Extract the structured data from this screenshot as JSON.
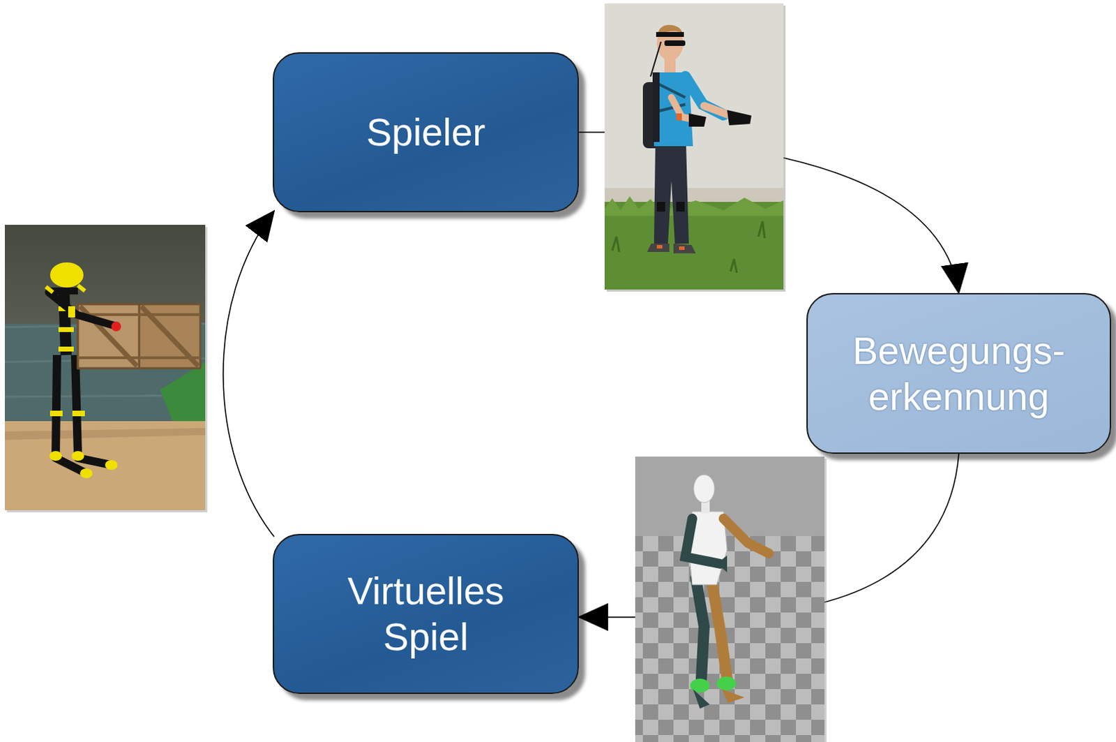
{
  "diagram": {
    "nodes": [
      {
        "text": [
          "Spieler"
        ]
      },
      {
        "text": [
          "Bewegungs- erkennung"
        ]
      },
      {
        "text": [
          "Virtuelles Spiel"
        ]
      }
    ],
    "edges": [
      {
        "from": 0,
        "to": 1,
        "arrow": "to"
      },
      {
        "from": 1,
        "to": 2,
        "arrow": "to"
      },
      {
        "from": 2,
        "to": 0,
        "arrow": "to"
      }
    ]
  }
}
